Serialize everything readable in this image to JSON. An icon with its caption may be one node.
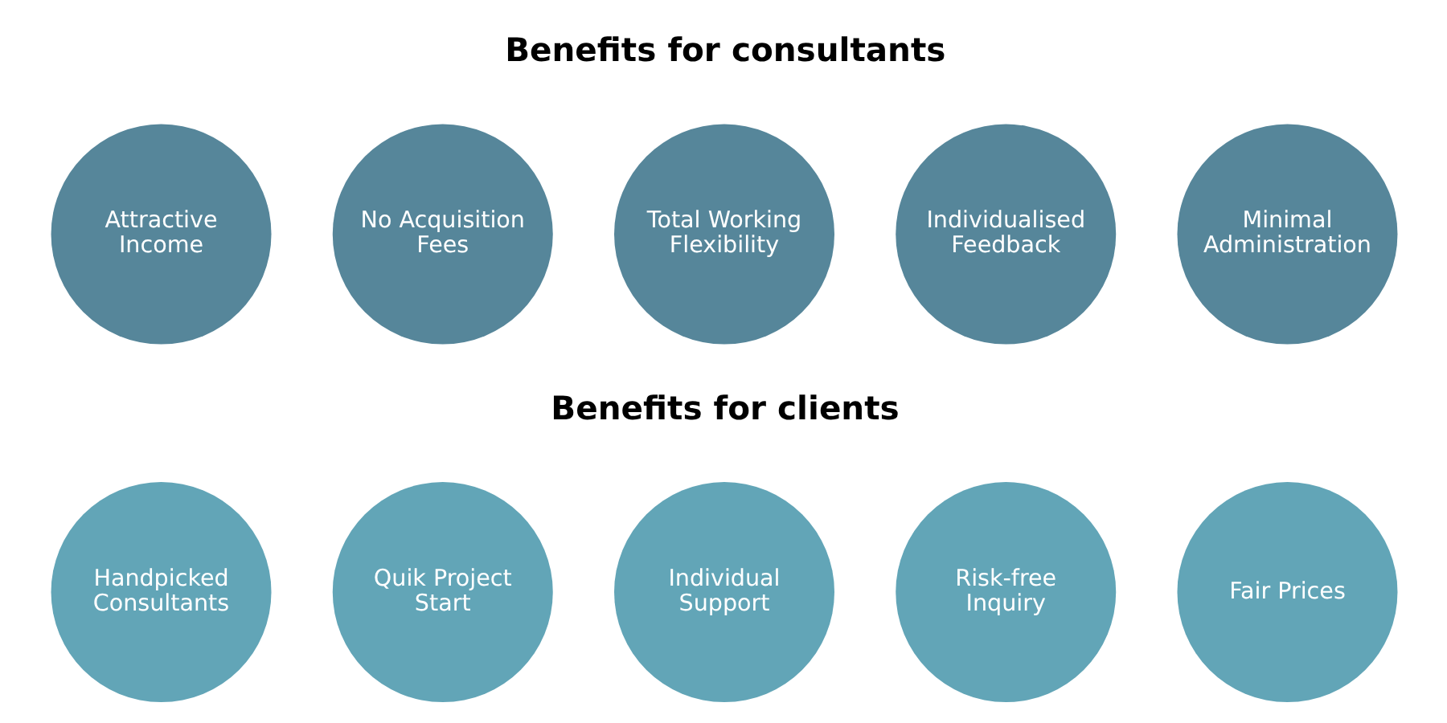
{
  "diagram": {
    "nodes": [
      {
        "text": [
          "Attractive Income"
        ]
      },
      {
        "text": [
          "No Acquisition Fees"
        ]
      },
      {
        "text": [
          "Total Working Flexibility"
        ]
      },
      {
        "text": [
          "Individualised Feedback"
        ]
      },
      {
        "text": [
          "Minimal Administration"
        ]
      },
      {
        "text": [
          "Handpicked Consultants"
        ]
      },
      {
        "text": [
          "Quik Project Start"
        ]
      },
      {
        "text": [
          "Individual Support"
        ]
      },
      {
        "text": [
          "Risk-free Inquiry"
        ]
      },
      {
        "text": [
          "Fair Prices"
        ]
      }
    ],
    "labels": [
      "Benefits for consultants",
      "Benefits for clients"
    ]
  }
}
